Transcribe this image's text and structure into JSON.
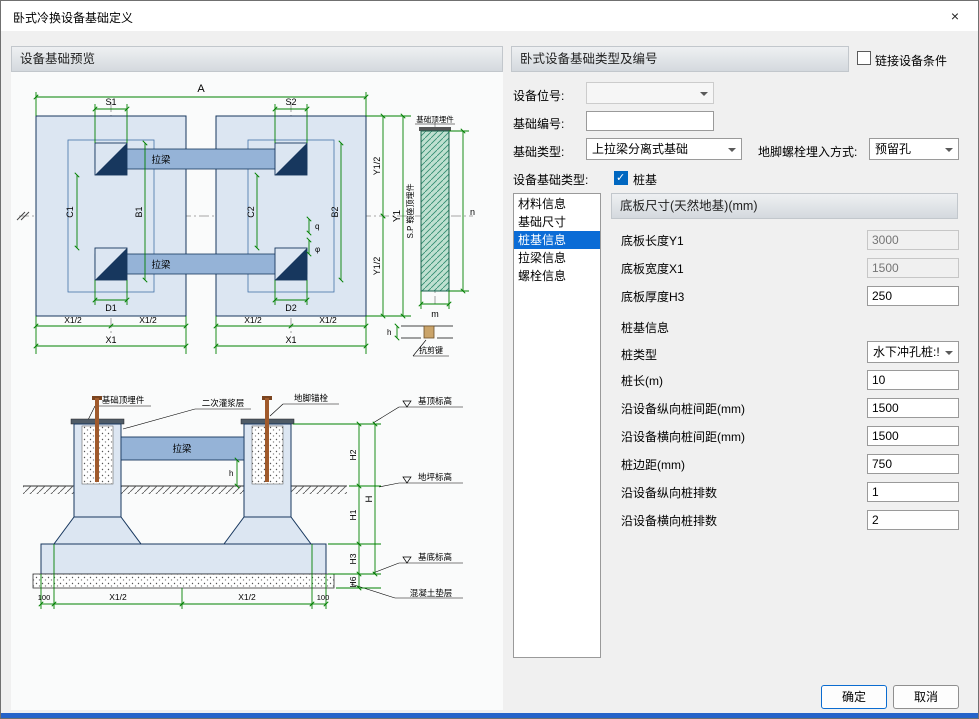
{
  "window": {
    "title": "卧式冷换设备基础定义",
    "close_glyph": "×"
  },
  "preview": {
    "header": "设备基础预览"
  },
  "config": {
    "header": "卧式设备基础类型及编号",
    "link_checkbox_label": "链接设备条件",
    "tag_label": "设备位号:",
    "tag_value": "",
    "number_label": "基础编号:",
    "number_value": "",
    "type_label": "基础类型:",
    "type_value": "上拉梁分离式基础",
    "anchor_label": "地脚螺栓埋入方式:",
    "anchor_value": "预留孔",
    "base_type_label": "设备基础类型:",
    "pile_checkbox_label": "桩基"
  },
  "list": {
    "items": [
      "材料信息",
      "基础尺寸",
      "桩基信息",
      "拉梁信息",
      "螺栓信息"
    ],
    "selected": "桩基信息"
  },
  "params": {
    "header": "底板尺寸(天然地基)(mm)",
    "rows": [
      {
        "label": "底板长度Y1",
        "value": "3000"
      },
      {
        "label": "底板宽度X1",
        "value": "1500"
      },
      {
        "label": "底板厚度H3",
        "value": "250"
      },
      {
        "label": "桩基信息"
      },
      {
        "label": "桩类型",
        "value": "水下冲孔桩:!"
      },
      {
        "label": "桩长(m)",
        "value": "10"
      },
      {
        "label": "沿设备纵向桩间距(mm)",
        "value": "1500"
      },
      {
        "label": "沿设备横向桩间距(mm)",
        "value": "1500"
      },
      {
        "label": "桩边距(mm)",
        "value": "750"
      },
      {
        "label": "沿设备纵向桩排数",
        "value": "1"
      },
      {
        "label": "沿设备横向桩排数",
        "value": "2"
      }
    ]
  },
  "buttons": {
    "ok": "确定",
    "cancel": "取消"
  },
  "drawing": {
    "plan": {
      "A": "A",
      "S1": "S1",
      "S2": "S2",
      "C1": "C1",
      "B1": "B1",
      "C2": "C2",
      "B2": "B2",
      "q": "q",
      "phi": "φ",
      "D1": "D1",
      "D2": "D2",
      "tie_beam": "拉梁",
      "X_half": "X1/2",
      "X1": "X1",
      "Y_half": "Y1/2",
      "Y1": "Y1"
    },
    "section": {
      "top_label": "基础顶埋件",
      "side_label": "S.P 鞍座顶埋件",
      "n": "n",
      "m": "m",
      "shear_key": "抗剪键",
      "h": "h"
    },
    "elevation": {
      "embed": "基础顶埋件",
      "grout": "二次灌浆层",
      "anchor": "地脚锚栓",
      "tie_beam": "拉梁",
      "top_level": "基顶标高",
      "ground_level": "地坪标高",
      "bottom_level": "基底标高",
      "cushion": "混凝土垫层",
      "H2": "H2",
      "H": "H",
      "H1": "H1",
      "H3": "H3",
      "H6": "H6",
      "h": "h",
      "d100": "100",
      "X_half": "X1/2"
    }
  }
}
